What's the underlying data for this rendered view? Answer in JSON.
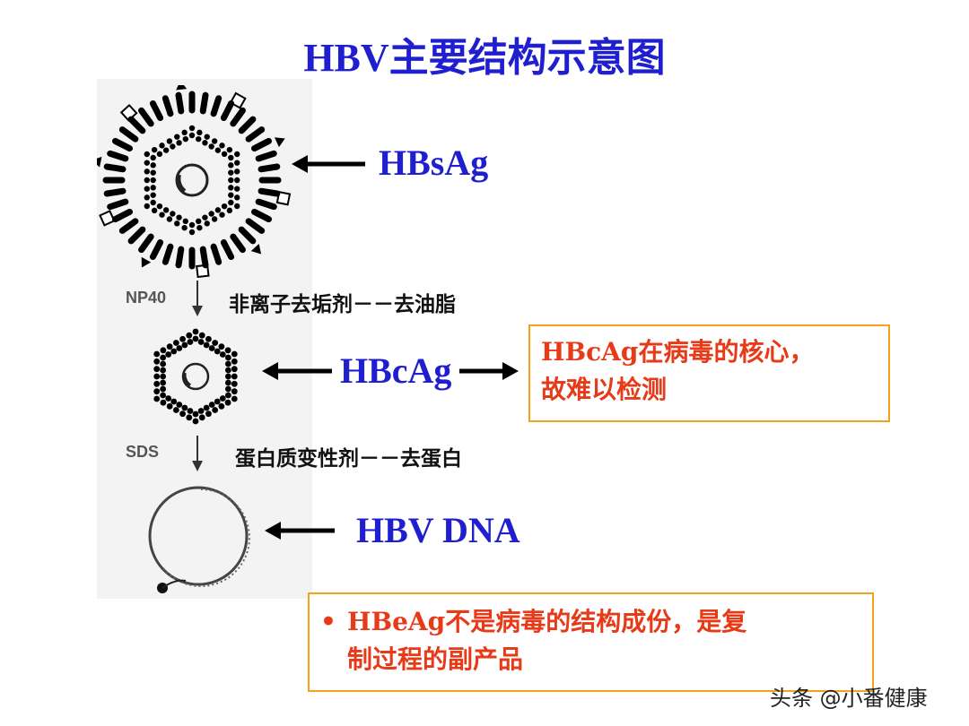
{
  "title": "HBV主要结构示意图",
  "labels": {
    "surface": "HBsAg",
    "core": "HBcAg",
    "dna": "HBV DNA"
  },
  "steps": [
    {
      "tag": "NP40",
      "text": "非离子去垢剂－－去油脂"
    },
    {
      "tag": "SDS",
      "text": "蛋白质变性剂－－去蛋白"
    }
  ],
  "notes": {
    "core_note": "HBcAg在病毒的核心，故难以检测",
    "core_note_line1": "HBcAg在病毒的核心，",
    "core_note_line2": "故难以检测",
    "bullet": "•",
    "hbeag_line1": "HBeAg不是病毒的结构成份，是复",
    "hbeag_line2": "制过程的副产品"
  },
  "watermark": "头条 @小番健康",
  "colors": {
    "title_blue": "#1f1fd0",
    "note_red": "#e63a18",
    "box_border": "#f3a21c"
  }
}
